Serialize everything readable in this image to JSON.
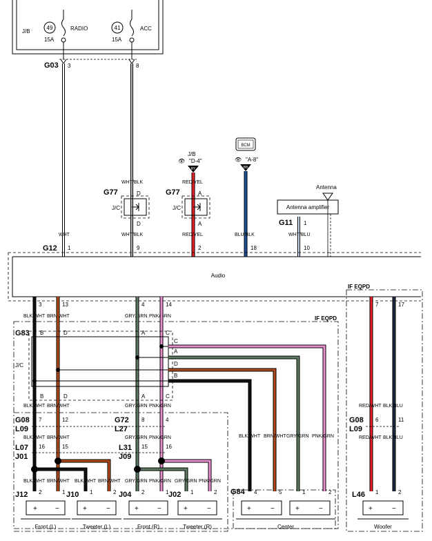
{
  "junction_block": {
    "label": "J/B"
  },
  "fuses": [
    {
      "id": "radio",
      "number": "49",
      "rating": "15A",
      "name": "RADIO"
    },
    {
      "id": "acc",
      "number": "41",
      "rating": "15A",
      "name": "ACC"
    }
  ],
  "connectors": {
    "g03": "G03",
    "g77a": "G77",
    "g77b": "G77",
    "g11": "G11",
    "g12": "G12",
    "g83": "G83",
    "g08a": "G08",
    "l09a": "L09",
    "l07": "L07",
    "j01": "J01",
    "g72": "G72",
    "l27": "L27",
    "l31": "L31",
    "j09": "J09",
    "g08b": "G08",
    "l09b": "L09",
    "g84": "G84",
    "j12": "J12",
    "j10": "J10",
    "j04": "J04",
    "j02": "J02",
    "l46": "L46"
  },
  "pins": {
    "g03_radio": "3",
    "g03_acc": "8",
    "g12_wht": "1",
    "g12_whtblk": "9",
    "g12_redyel": "2",
    "g12_blublk": "18",
    "g12_whtblu": "10",
    "g11": "1",
    "top_blkwht": "3",
    "top_brnwht": "13",
    "top_gry": "4",
    "top_pnk": "14",
    "woof_red": "7",
    "woof_blk": "17",
    "g08_blkwht": "7",
    "g08_brnwht": "12",
    "g72_gry": "8",
    "g72_pnk": "4",
    "l07_a": "16",
    "l07_b": "15",
    "l31_a": "15",
    "l31_b": "16",
    "w08_red": "6",
    "w08_blk": "11",
    "j12_a": "2",
    "j12_b": "1",
    "j10_a": "1",
    "j10_b": "2",
    "j04_a": "2",
    "j04_b": "1",
    "j02_a": "1",
    "j02_b": "2",
    "g84_a": "4",
    "g84_b": "5",
    "g84_c": "1",
    "g84_d": "2",
    "l46_a": "1",
    "l46_b": "2"
  },
  "wire_labels": {
    "wht": "WHT",
    "whtblk_a": "WHT/BLK",
    "whtblk_b": "WHT/BLK",
    "redyel_a": "RED/YEL",
    "redyel_b": "RED/YEL",
    "blublk": "BLU/BLK",
    "whtblu": "WHT/BLU",
    "blkwht_1": "BLK/WHT",
    "brnwht_1": "BRN/WHT",
    "gry_1": "GRY/GRN",
    "pnk_1": "PNK/GRN",
    "blkwht_2": "BLK/WHT",
    "brnwht_2": "BRN/WHT",
    "gry_2": "GRY/GRN",
    "pnk_2": "PNK/GRN",
    "blkwht_3": "BLK/WHT",
    "brnwht_3": "BRN/WHT",
    "gry_3": "GRY/GRN",
    "pnk_3": "PNK/GRN",
    "blkwht_4": "BLK/WHT",
    "brnwht_4": "BRN/WHT",
    "blkwht_5": "BLK/WHT",
    "brnwht_5": "BRN/WHT",
    "gry_4": "GRY/GRN",
    "pnk_4": "PNK/GRN",
    "gry_5": "GRY/GRN",
    "pnk_5": "PNK/GRN",
    "blkwht_6": "BLK/WHT",
    "brnwht_6": "BRN/WHT",
    "gry_6": "GRY/GRN",
    "pnk_6": "PNK/GRN",
    "redwht_1": "RED/WHT",
    "blkblu_1": "BLK/BLU",
    "redwht_2": "RED/WHT",
    "blkblu_2": "BLK/BLU"
  },
  "jc": {
    "label": "J/C",
    "label2": "J/C",
    "label3": "J/C",
    "d": "D",
    "d2": "D",
    "a": "A",
    "a2": "A",
    "b1": "B",
    "d3": "D",
    "a3": "A",
    "c1": "C",
    "c2": "C",
    "a4": "A",
    "d4": "D",
    "b2": "B",
    "b3": "B",
    "d5": "D",
    "a5": "A",
    "c3": "C"
  },
  "refs": {
    "jb_ref": "J/B",
    "jb_loc": "\"D-4\"",
    "ry": "RY",
    "bcm": "BCM",
    "bcm_loc": "\"A-8\"",
    "bb": "BB"
  },
  "audio": {
    "label": "Audio"
  },
  "antenna": {
    "label": "Antenna",
    "amplifier": "Antenna amplifier"
  },
  "if_eqpd": {
    "main": "IF EQPD",
    "woofer": "IF EQPD"
  },
  "speakers": {
    "front_l": "Front (L)",
    "tweeter_l": "Tweeter (L)",
    "front_r": "Front (R)",
    "tweeter_r": "Tweeter (R)",
    "center": "Center",
    "woofer": "Woofer",
    "plus": "+",
    "minus": "−"
  },
  "colors": {
    "red": "#e8202a",
    "brown": "#b04a1a",
    "green_gray": "#5e7a62",
    "pink": "#e98fd0",
    "blue": "#1f4f9a",
    "black": "#111111",
    "white_wire": "#ffffff"
  }
}
